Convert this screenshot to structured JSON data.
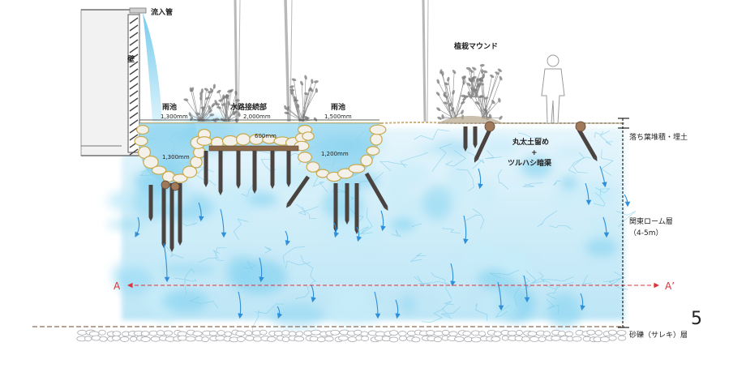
{
  "labels": {
    "inflow_pipe": "流入管",
    "wall": "壁",
    "planting_mound": "植栽マウンド",
    "rain_pond_left": "雨池",
    "waterway_connection": "水路接続部",
    "rain_pond_right": "雨池",
    "log_retaining": "丸太土留め",
    "plus": "+",
    "tsuruhashi_drain": "ツルハシ暗渠",
    "leaf_litter": "落ち葉堆積・埋土",
    "kanto_loam": "関東ローム層",
    "kanto_loam_depth": "（4-5m）",
    "gravel_layer": "砂礫（サレキ）層",
    "section_a": "A",
    "section_a_prime": "A’",
    "page_number": "5"
  },
  "dimensions": {
    "left_pond_width": "1,300mm",
    "left_pond_depth": "1,300mm",
    "waterway_width": "2,000mm",
    "waterway_depth": "600mm",
    "right_pond_width": "1,500mm",
    "right_pond_depth": "1,200mm"
  },
  "colors": {
    "water": "#9fdcf2",
    "water_deep": "#4fb8e0",
    "stake": "#4a4340",
    "section_line": "#d9343a",
    "arrow": "#2f8fd8",
    "wall": "#777777",
    "gravel": "#b7b9bd"
  }
}
